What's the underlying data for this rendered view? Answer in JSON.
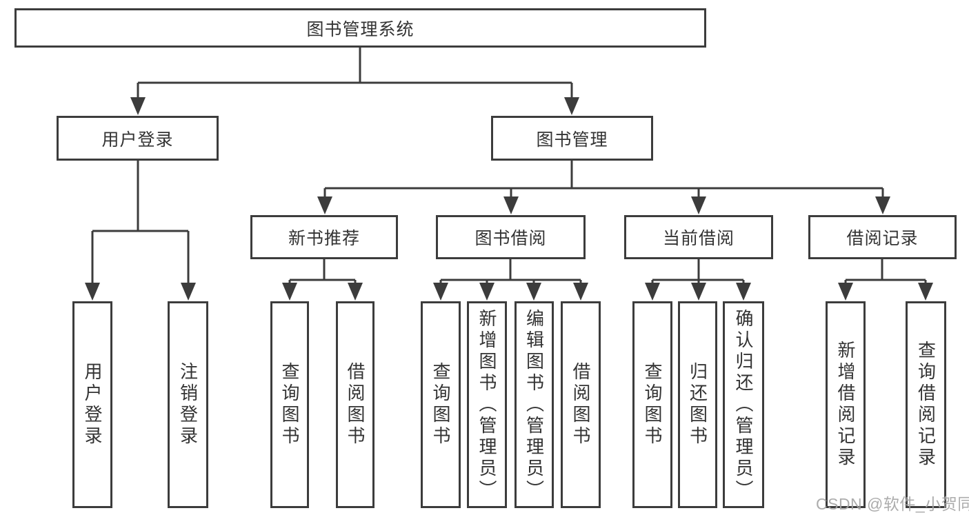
{
  "colors": {
    "line": "#3c3c3c",
    "text": "#333333",
    "box_background": "#ffffff",
    "watermark": "#a5a5a5"
  },
  "diagram": {
    "root": {
      "label": "图书管理系统"
    },
    "branches": [
      {
        "label": "用户登录",
        "children": [
          {
            "label": "用户登录"
          },
          {
            "label": "注销登录"
          }
        ]
      },
      {
        "label": "图书管理",
        "children": [
          {
            "label": "新书推荐",
            "children": [
              {
                "label": "查询图书"
              },
              {
                "label": "借阅图书"
              }
            ]
          },
          {
            "label": "图书借阅",
            "children": [
              {
                "label": "查询图书"
              },
              {
                "label": "新增图书（管理员）"
              },
              {
                "label": "编辑图书（管理员）"
              },
              {
                "label": "借阅图书"
              }
            ]
          },
          {
            "label": "当前借阅",
            "children": [
              {
                "label": "查询图书"
              },
              {
                "label": "归还图书"
              },
              {
                "label": "确认归还（管理员）"
              }
            ]
          },
          {
            "label": "借阅记录",
            "children": [
              {
                "label": "新增借阅记录"
              },
              {
                "label": "查询借阅记录"
              }
            ]
          }
        ]
      }
    ]
  },
  "watermark": {
    "text": "CSDN @软件_小贺同学"
  }
}
